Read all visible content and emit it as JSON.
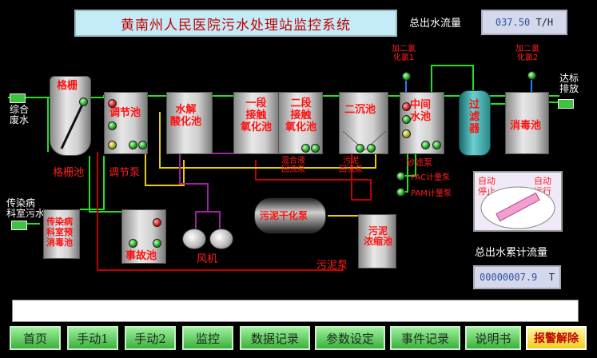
{
  "title": "黄南州人民医院污水处理站监控系统",
  "flow": {
    "label": "总出水流量",
    "value": "037.50",
    "unit": "T/H"
  },
  "cumulative": {
    "label": "总出水累计流量",
    "value": "00000007.9",
    "unit": "T"
  },
  "inlets": {
    "waste": "综合\n废水",
    "infectious": "传染病\n科室污水"
  },
  "outlet": "达标\n排放",
  "dosing": {
    "cl1": "加二氯\n化氯1",
    "cl2": "加二氯\n化氯2"
  },
  "tanks": {
    "grille": "格栅",
    "grille_pool": "格栅池",
    "regulate": "调节池",
    "regulate_pump": "调节泵",
    "hydrolysis": "水解\n酸化池",
    "contact1": "一段\n接触\n氧化池",
    "contact2": "二段\n接触\n氧化池",
    "mix_pump": "混合液\n回流泵",
    "clarifier": "二沉池",
    "sludge_return": "污泥\n回流泵",
    "mid": "中间\n水池",
    "sand_pump": "砂滤泵",
    "filter": "过\n滤\n器",
    "disinfect": "消毒池",
    "infect_pre": "传染病\n科室预\n消毒池",
    "accident": "事故池",
    "blower": "风机",
    "sludge_dryer": "污泥干化泵",
    "sludge_thick": "污泥\n浓缩池",
    "sludge_pump": "污泥泵"
  },
  "meters": {
    "pac": "PAC计量泵",
    "pam": "PAM计量泵"
  },
  "mode": {
    "auto_stop": "自动\n停止",
    "auto_run": "自动\n运行"
  },
  "message": "",
  "nav": {
    "home": "首页",
    "manual1": "手动1",
    "manual2": "手动2",
    "monitor": "监控",
    "records": "数据记录",
    "params": "参数设定",
    "events": "事件记录",
    "manual": "说明书",
    "alarm": "报警解除"
  },
  "colors": {
    "pipe_green": "#20e020",
    "pipe_yellow": "#e8d000",
    "pipe_red": "#c00000",
    "pipe_purple": "#a020a0",
    "pipe_blue": "#2080ff"
  }
}
